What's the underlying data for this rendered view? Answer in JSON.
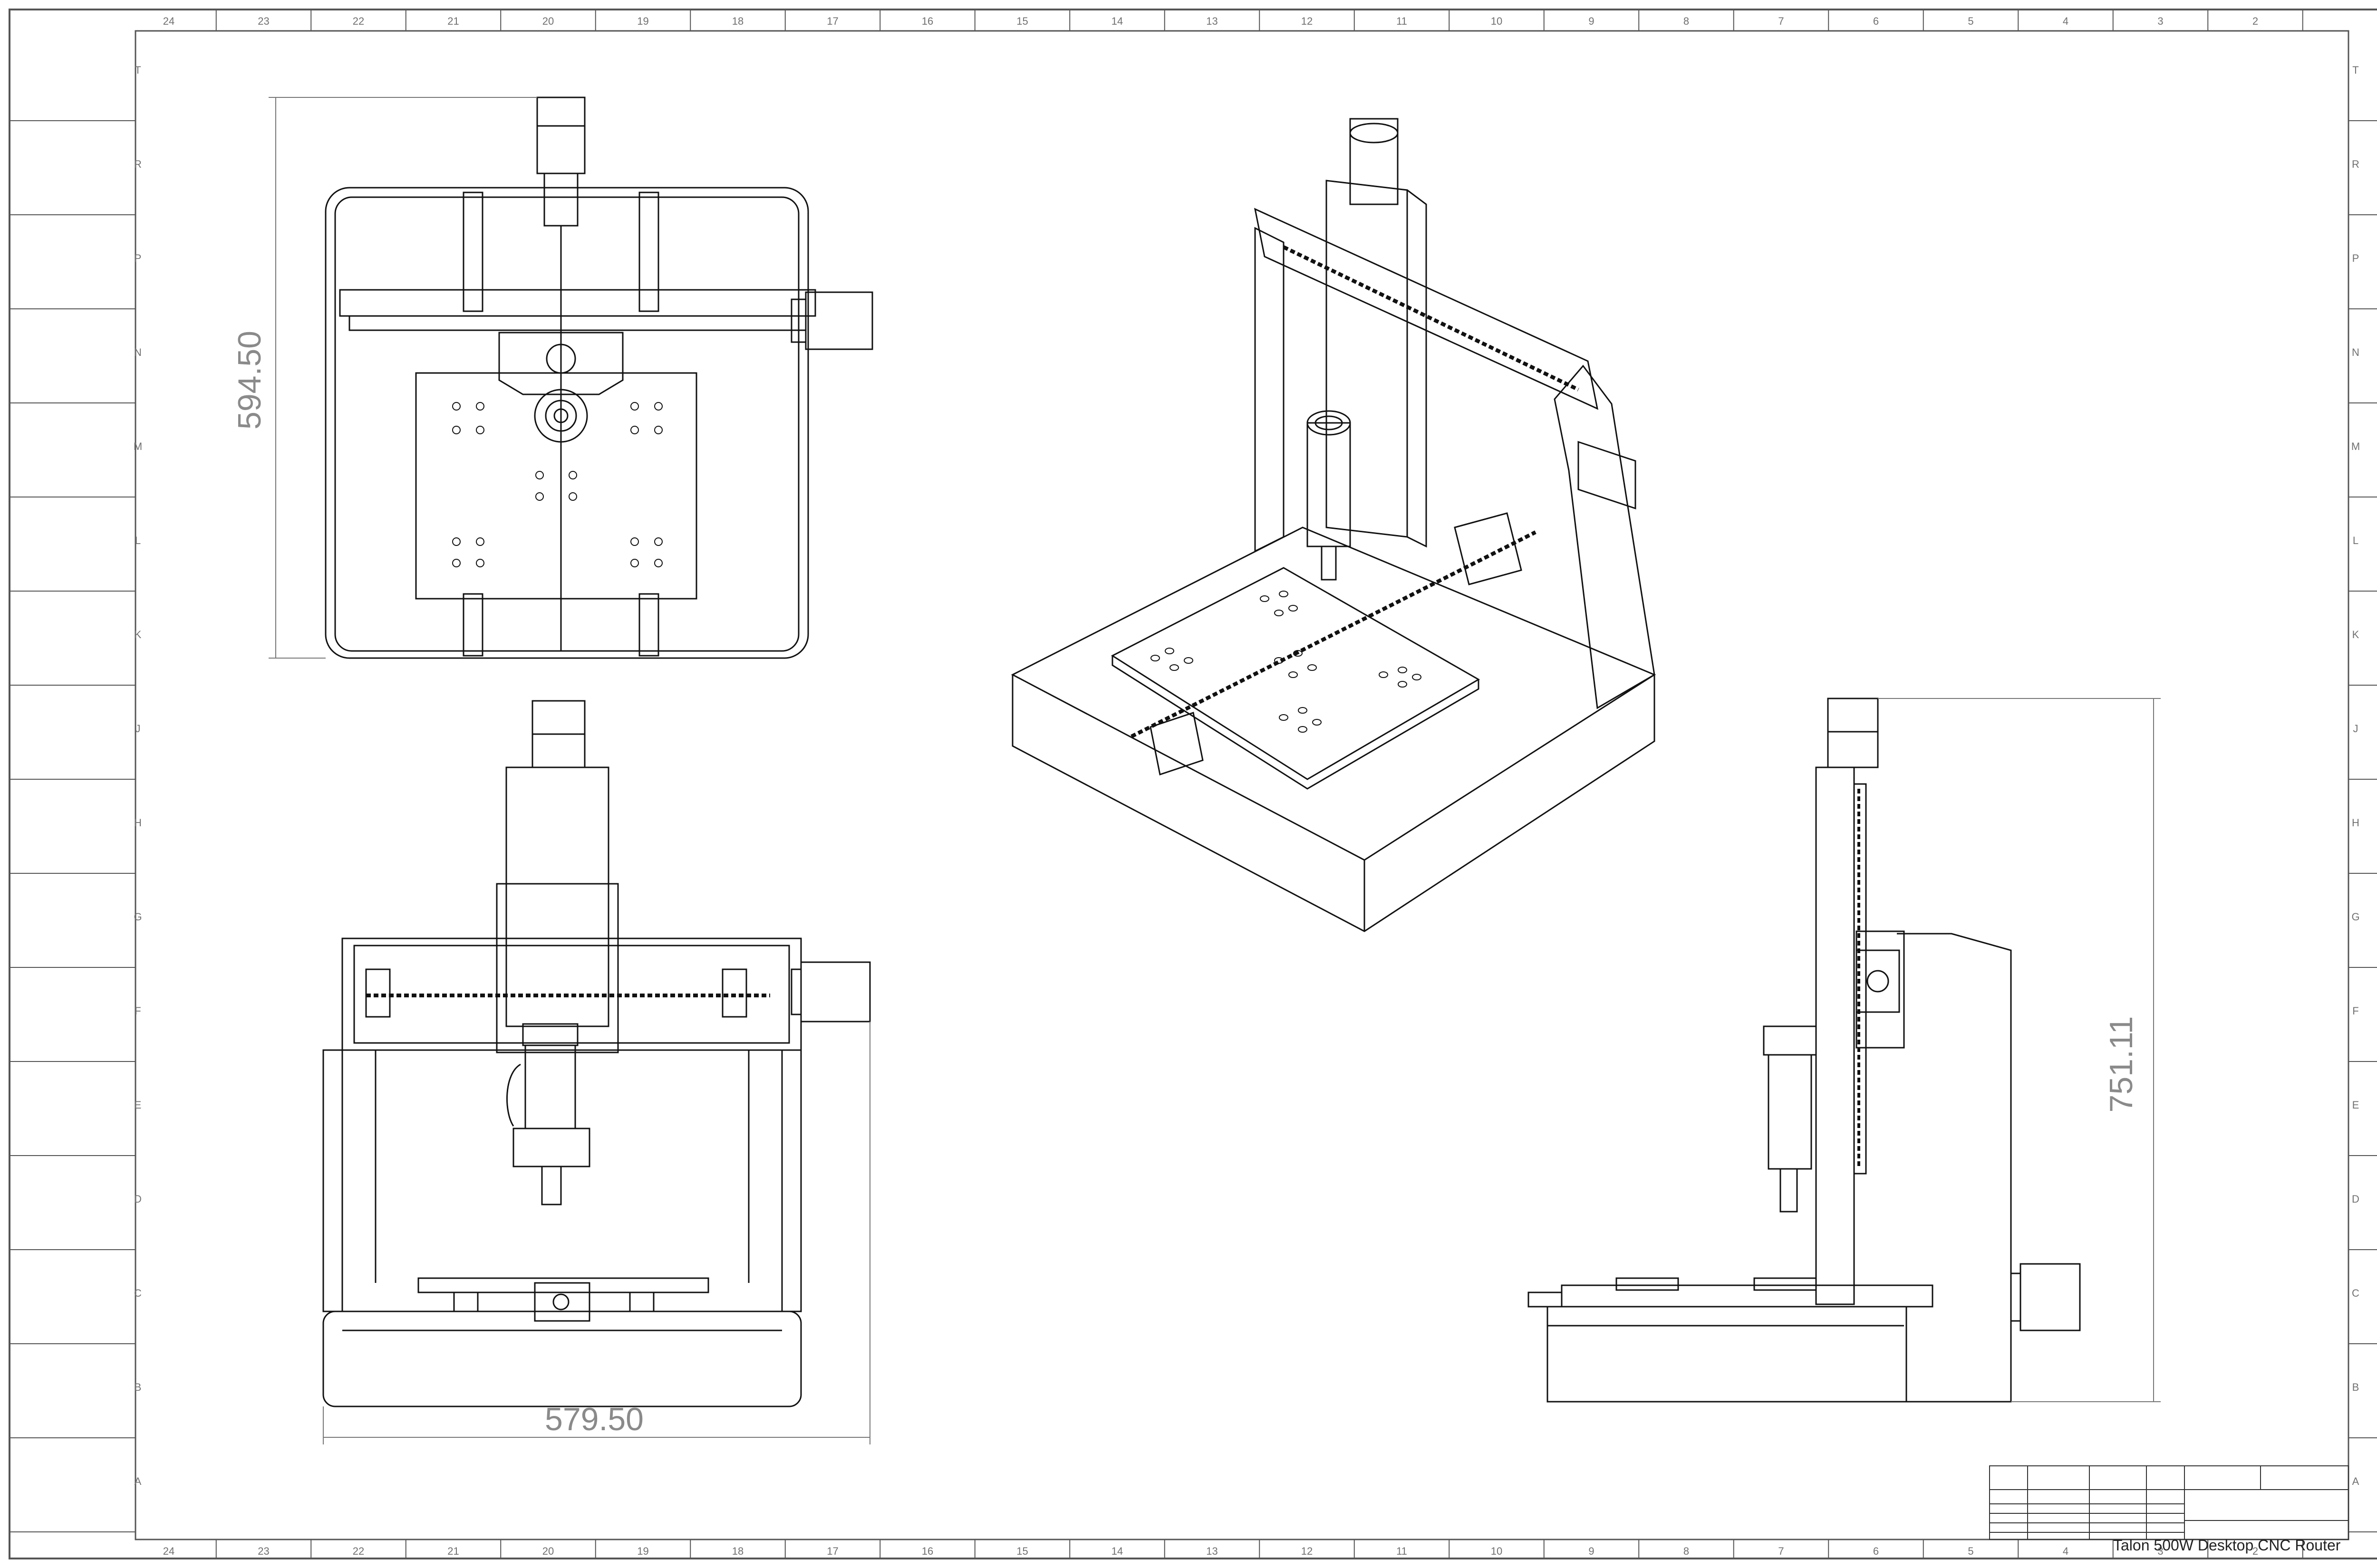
{
  "drawing": {
    "title": "Talon 500W Desktop CNC Router"
  },
  "dimensions": {
    "top_view_height": "594.50",
    "front_view_width": "579.50",
    "side_view_height": "751.11"
  },
  "zones": {
    "columns_top": [
      "24",
      "23",
      "22",
      "21",
      "20",
      "19",
      "18",
      "17",
      "16",
      "15",
      "14",
      "13",
      "12",
      "11",
      "10",
      "9",
      "8",
      "7",
      "6",
      "5",
      "4",
      "3",
      "2"
    ],
    "columns_bottom": [
      "24",
      "23",
      "22",
      "21",
      "20",
      "19",
      "18",
      "17",
      "16",
      "15",
      "14",
      "13",
      "12",
      "11",
      "10",
      "9",
      "8",
      "7",
      "6",
      "5",
      "4",
      "3",
      "2"
    ],
    "rows": [
      "T",
      "R",
      "P",
      "N",
      "M",
      "L",
      "K",
      "J",
      "H",
      "G",
      "F",
      "E",
      "D",
      "C",
      "B",
      "A"
    ]
  },
  "colors": {
    "line": "#111111",
    "border": "#555555",
    "dimension": "#8a8a8a",
    "paper": "#ffffff"
  }
}
